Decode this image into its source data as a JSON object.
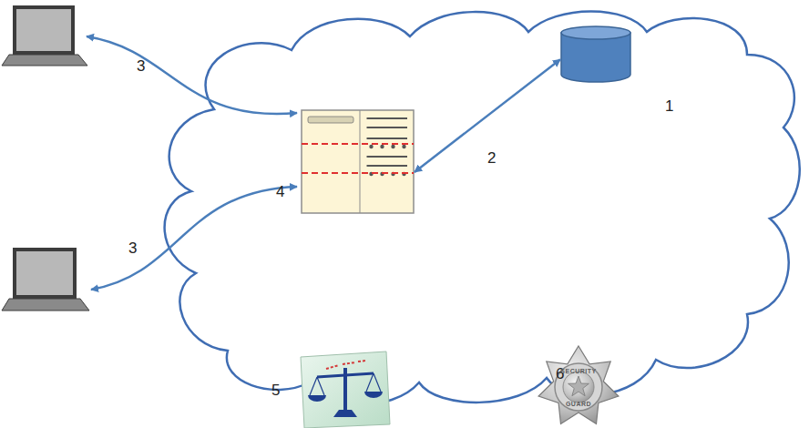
{
  "diagram": {
    "nodes": [
      {
        "text": [
          "4"
        ]
      },
      {
        "text": [
          "1"
        ]
      }
    ],
    "edges": [
      {
        "from": 0,
        "to": 1,
        "label": "2",
        "arrow": "both"
      }
    ],
    "labels": [
      "3",
      "3",
      "5",
      "6",
      "SECURITY",
      "GUARD"
    ]
  }
}
